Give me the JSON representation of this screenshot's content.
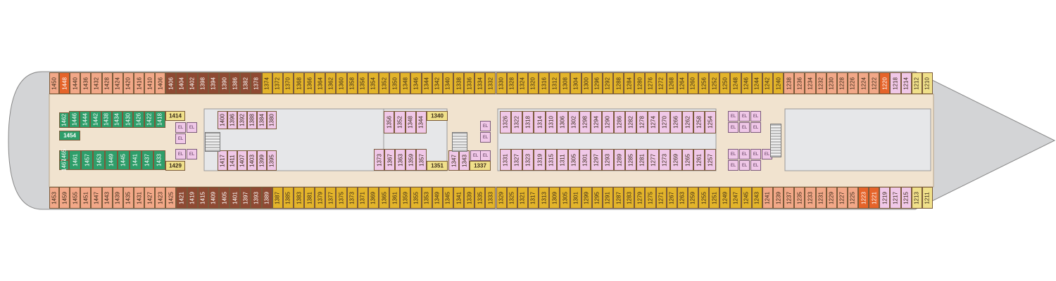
{
  "colors": {
    "hull": "#d3d4d6",
    "deck_floor": "#f1e3cf",
    "salmon": "#f2a888",
    "dark_orange": "#e5642a",
    "brown": "#8e4a33",
    "gold": "#e3b42a",
    "pink": "#f0c8e8",
    "green": "#2e9e6a",
    "tan": "#f0e08a",
    "inner_gray": "#e6e7e9"
  },
  "cabins": {
    "top_outer": [
      {
        "n": "1448",
        "c": "dark_orange"
      },
      {
        "n": "1440",
        "c": "salmon"
      },
      {
        "n": "1436",
        "c": "salmon"
      },
      {
        "n": "1432",
        "c": "salmon"
      },
      {
        "n": "1428",
        "c": "salmon"
      },
      {
        "n": "1424",
        "c": "salmon"
      },
      {
        "n": "1420",
        "c": "salmon"
      },
      {
        "n": "1416",
        "c": "salmon"
      },
      {
        "n": "1410",
        "c": "salmon"
      },
      {
        "n": "1406",
        "c": "salmon"
      },
      {
        "n": "1406",
        "c": "brown"
      },
      {
        "n": "1404",
        "c": "brown"
      },
      {
        "n": "1402",
        "c": "brown"
      },
      {
        "n": "1398",
        "c": "brown"
      },
      {
        "n": "1394",
        "c": "brown"
      },
      {
        "n": "1390",
        "c": "brown"
      },
      {
        "n": "1386",
        "c": "brown"
      },
      {
        "n": "1382",
        "c": "brown"
      },
      {
        "n": "1378",
        "c": "brown"
      },
      {
        "n": "1374",
        "c": "gold"
      },
      {
        "n": "1372",
        "c": "gold"
      },
      {
        "n": "1370",
        "c": "gold"
      },
      {
        "n": "1368",
        "c": "gold"
      },
      {
        "n": "1366",
        "c": "gold"
      },
      {
        "n": "1364",
        "c": "gold"
      },
      {
        "n": "1362",
        "c": "gold"
      },
      {
        "n": "1360",
        "c": "gold"
      },
      {
        "n": "1358",
        "c": "gold"
      },
      {
        "n": "1356",
        "c": "gold"
      },
      {
        "n": "1354",
        "c": "gold"
      },
      {
        "n": "1352",
        "c": "gold"
      },
      {
        "n": "1350",
        "c": "gold"
      },
      {
        "n": "1348",
        "c": "gold"
      },
      {
        "n": "1346",
        "c": "gold"
      },
      {
        "n": "1344",
        "c": "gold"
      },
      {
        "n": "1342",
        "c": "gold"
      },
      {
        "n": "1340",
        "c": "gold"
      },
      {
        "n": "1338",
        "c": "gold"
      },
      {
        "n": "1336",
        "c": "gold"
      },
      {
        "n": "1334",
        "c": "gold"
      },
      {
        "n": "1332",
        "c": "gold"
      },
      {
        "n": "1330",
        "c": "gold"
      },
      {
        "n": "1328",
        "c": "gold"
      },
      {
        "n": "1324",
        "c": "gold"
      },
      {
        "n": "1320",
        "c": "gold"
      },
      {
        "n": "1316",
        "c": "gold"
      },
      {
        "n": "1312",
        "c": "gold"
      },
      {
        "n": "1308",
        "c": "gold"
      },
      {
        "n": "1304",
        "c": "gold"
      },
      {
        "n": "1300",
        "c": "gold"
      },
      {
        "n": "1296",
        "c": "gold"
      },
      {
        "n": "1292",
        "c": "gold"
      },
      {
        "n": "1288",
        "c": "gold"
      },
      {
        "n": "1284",
        "c": "gold"
      },
      {
        "n": "1280",
        "c": "gold"
      },
      {
        "n": "1276",
        "c": "gold"
      },
      {
        "n": "1272",
        "c": "gold"
      },
      {
        "n": "1268",
        "c": "gold"
      },
      {
        "n": "1264",
        "c": "gold"
      },
      {
        "n": "1260",
        "c": "gold"
      },
      {
        "n": "1256",
        "c": "gold"
      },
      {
        "n": "1252",
        "c": "gold"
      },
      {
        "n": "1250",
        "c": "gold"
      },
      {
        "n": "1248",
        "c": "gold"
      },
      {
        "n": "1246",
        "c": "gold"
      },
      {
        "n": "1244",
        "c": "gold"
      },
      {
        "n": "1242",
        "c": "gold"
      },
      {
        "n": "1240",
        "c": "gold"
      },
      {
        "n": "1238",
        "c": "salmon"
      },
      {
        "n": "1236",
        "c": "salmon"
      },
      {
        "n": "1234",
        "c": "salmon"
      },
      {
        "n": "1232",
        "c": "salmon"
      },
      {
        "n": "1230",
        "c": "salmon"
      },
      {
        "n": "1228",
        "c": "salmon"
      },
      {
        "n": "1226",
        "c": "salmon"
      },
      {
        "n": "1224",
        "c": "salmon"
      },
      {
        "n": "1222",
        "c": "salmon"
      },
      {
        "n": "1220",
        "c": "dark_orange"
      },
      {
        "n": "1218",
        "c": "pink"
      },
      {
        "n": "1214",
        "c": "pink"
      },
      {
        "n": "1212",
        "c": "tan"
      },
      {
        "n": "1210",
        "c": "tan"
      }
    ],
    "bottom_outer": [
      {
        "n": "1459",
        "c": "salmon"
      },
      {
        "n": "1455",
        "c": "salmon"
      },
      {
        "n": "1451",
        "c": "salmon"
      },
      {
        "n": "1447",
        "c": "salmon"
      },
      {
        "n": "1443",
        "c": "salmon"
      },
      {
        "n": "1439",
        "c": "salmon"
      },
      {
        "n": "1435",
        "c": "salmon"
      },
      {
        "n": "1431",
        "c": "salmon"
      },
      {
        "n": "1427",
        "c": "salmon"
      },
      {
        "n": "1423",
        "c": "salmon"
      },
      {
        "n": "1425",
        "c": "salmon"
      },
      {
        "n": "1421",
        "c": "brown"
      },
      {
        "n": "1419",
        "c": "brown"
      },
      {
        "n": "1415",
        "c": "brown"
      },
      {
        "n": "1409",
        "c": "brown"
      },
      {
        "n": "1405",
        "c": "brown"
      },
      {
        "n": "1401",
        "c": "brown"
      },
      {
        "n": "1397",
        "c": "brown"
      },
      {
        "n": "1393",
        "c": "brown"
      },
      {
        "n": "1389",
        "c": "brown"
      },
      {
        "n": "1387",
        "c": "gold"
      },
      {
        "n": "1385",
        "c": "gold"
      },
      {
        "n": "1383",
        "c": "gold"
      },
      {
        "n": "1381",
        "c": "gold"
      },
      {
        "n": "1379",
        "c": "gold"
      },
      {
        "n": "1377",
        "c": "gold"
      },
      {
        "n": "1375",
        "c": "gold"
      },
      {
        "n": "1373",
        "c": "gold"
      },
      {
        "n": "1371",
        "c": "gold"
      },
      {
        "n": "1369",
        "c": "gold"
      },
      {
        "n": "1365",
        "c": "gold"
      },
      {
        "n": "1361",
        "c": "gold"
      },
      {
        "n": "1359",
        "c": "gold"
      },
      {
        "n": "1355",
        "c": "gold"
      },
      {
        "n": "1353",
        "c": "gold"
      },
      {
        "n": "1349",
        "c": "gold"
      },
      {
        "n": "1345",
        "c": "gold"
      },
      {
        "n": "1341",
        "c": "gold"
      },
      {
        "n": "1339",
        "c": "gold"
      },
      {
        "n": "1335",
        "c": "gold"
      },
      {
        "n": "1333",
        "c": "gold"
      },
      {
        "n": "1329",
        "c": "gold"
      },
      {
        "n": "1325",
        "c": "gold"
      },
      {
        "n": "1321",
        "c": "gold"
      },
      {
        "n": "1317",
        "c": "gold"
      },
      {
        "n": "1313",
        "c": "gold"
      },
      {
        "n": "1309",
        "c": "gold"
      },
      {
        "n": "1305",
        "c": "gold"
      },
      {
        "n": "1301",
        "c": "gold"
      },
      {
        "n": "1299",
        "c": "gold"
      },
      {
        "n": "1295",
        "c": "gold"
      },
      {
        "n": "1291",
        "c": "gold"
      },
      {
        "n": "1287",
        "c": "gold"
      },
      {
        "n": "1283",
        "c": "gold"
      },
      {
        "n": "1279",
        "c": "gold"
      },
      {
        "n": "1275",
        "c": "gold"
      },
      {
        "n": "1271",
        "c": "gold"
      },
      {
        "n": "1267",
        "c": "gold"
      },
      {
        "n": "1263",
        "c": "gold"
      },
      {
        "n": "1259",
        "c": "gold"
      },
      {
        "n": "1255",
        "c": "gold"
      },
      {
        "n": "1251",
        "c": "gold"
      },
      {
        "n": "1249",
        "c": "gold"
      },
      {
        "n": "1247",
        "c": "gold"
      },
      {
        "n": "1245",
        "c": "gold"
      },
      {
        "n": "1243",
        "c": "gold"
      },
      {
        "n": "1241",
        "c": "salmon"
      },
      {
        "n": "1239",
        "c": "salmon"
      },
      {
        "n": "1237",
        "c": "salmon"
      },
      {
        "n": "1235",
        "c": "salmon"
      },
      {
        "n": "1233",
        "c": "salmon"
      },
      {
        "n": "1231",
        "c": "salmon"
      },
      {
        "n": "1229",
        "c": "salmon"
      },
      {
        "n": "1227",
        "c": "salmon"
      },
      {
        "n": "1225",
        "c": "salmon"
      },
      {
        "n": "1223",
        "c": "dark_orange"
      },
      {
        "n": "1221",
        "c": "dark_orange"
      },
      {
        "n": "1219",
        "c": "pink"
      },
      {
        "n": "1217",
        "c": "pink"
      },
      {
        "n": "1215",
        "c": "pink"
      },
      {
        "n": "1213",
        "c": "tan"
      },
      {
        "n": "1211",
        "c": "tan"
      }
    ],
    "inner_top_a": [
      "1400",
      "1396",
      "1392",
      "1388",
      "1384",
      "1380"
    ],
    "inner_bottom_a": [
      "1417",
      "1411",
      "1407",
      "1403",
      "1399",
      "1395"
    ],
    "inner_top_b": [
      "1356",
      "1352",
      "1348",
      "1344"
    ],
    "inner_bottom_b": [
      "1373",
      "1367",
      "1363",
      "1359",
      "1357"
    ],
    "inner_bottom_c": [
      "1347",
      "1343"
    ],
    "inner_top_d": [
      "1326",
      "1322",
      "1318",
      "1314",
      "1310",
      "1306",
      "1302",
      "1298",
      "1294",
      "1290",
      "1286",
      "1282",
      "1278",
      "1274",
      "1270",
      "1266",
      "1262",
      "1258",
      "1254"
    ],
    "inner_bottom_d": [
      "1331",
      "1327",
      "1323",
      "1319",
      "1315",
      "1311",
      "1305",
      "1301",
      "1297",
      "1293",
      "1289",
      "1285",
      "1281",
      "1277",
      "1273",
      "1269",
      "1265",
      "1261",
      "1257"
    ],
    "green_top": [
      "1446",
      "1444",
      "1442",
      "1438",
      "1434",
      "1430",
      "1426",
      "1422",
      "1418"
    ],
    "green_bottom": [
      "1461",
      "1457",
      "1453",
      "1449",
      "1445",
      "1441",
      "1437",
      "1433"
    ],
    "left_column": [
      {
        "n": "1450",
        "c": "salmon"
      },
      {
        "n": "1462",
        "c": "green"
      },
      {
        "n": "1465",
        "c": "green"
      },
      {
        "n": "1467",
        "c": "green"
      },
      {
        "n": "1453",
        "c": "salmon"
      }
    ],
    "horizontal_labels": [
      {
        "n": "1414",
        "c": "tan"
      },
      {
        "n": "1454",
        "c": "green"
      },
      {
        "n": "1429",
        "c": "tan"
      },
      {
        "n": "1340",
        "c": "tan"
      },
      {
        "n": "1351",
        "c": "tan"
      },
      {
        "n": "1337",
        "c": "tan"
      }
    ]
  },
  "elevators": [
    "EL",
    "EL",
    "EL",
    "EL",
    "EL",
    "EL",
    "EL",
    "EL",
    "EL",
    "EL",
    "EL",
    "EL",
    "EL",
    "EL",
    "EL",
    "EL",
    "EL",
    "EL",
    "EL",
    "EL",
    "EL",
    "EL"
  ]
}
